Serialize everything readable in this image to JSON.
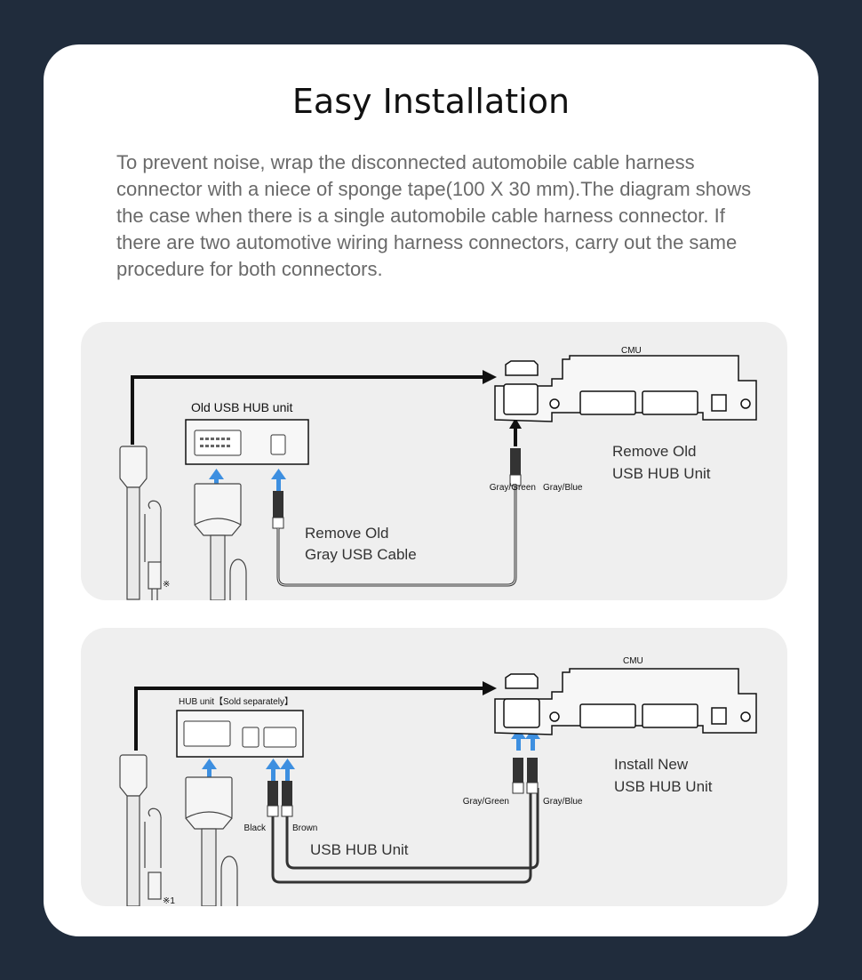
{
  "header": {
    "title": "Easy Installation",
    "description": "To prevent noise, wrap the disconnected automobile cable harness connector with a niece of sponge tape(100 X 30 mm).The diagram shows the case when there is a single automobile cable harness connector. If there are two automotive wiring harness connectors, carry out the same procedure for both connectors."
  },
  "diagram_remove": {
    "unit_label": "Old USB HUB unit",
    "cmu_label": "CMU",
    "wire_left_label": "Gray/Green",
    "wire_right_label": "Gray/Blue",
    "step_line1": "Remove Old",
    "step_line2": "USB HUB Unit",
    "cable_line1": "Remove Old",
    "cable_line2": "Gray USB Cable",
    "note_mark": "※"
  },
  "diagram_install": {
    "unit_label": "HUB unit【Sold separately】",
    "cmu_label": "CMU",
    "wire_left_label": "Gray/Green",
    "wire_right_label": "Gray/Blue",
    "black_label": "Black",
    "brown_label": "Brown",
    "hub_label": "USB HUB Unit",
    "step_line1": "Install New",
    "step_line2": "USB HUB Unit",
    "note_mark": "※1"
  },
  "colors": {
    "background": "#202c3c",
    "card": "#ffffff",
    "panel": "#efefef",
    "arrow_blue": "#3d8fe0",
    "line": "#111111"
  }
}
